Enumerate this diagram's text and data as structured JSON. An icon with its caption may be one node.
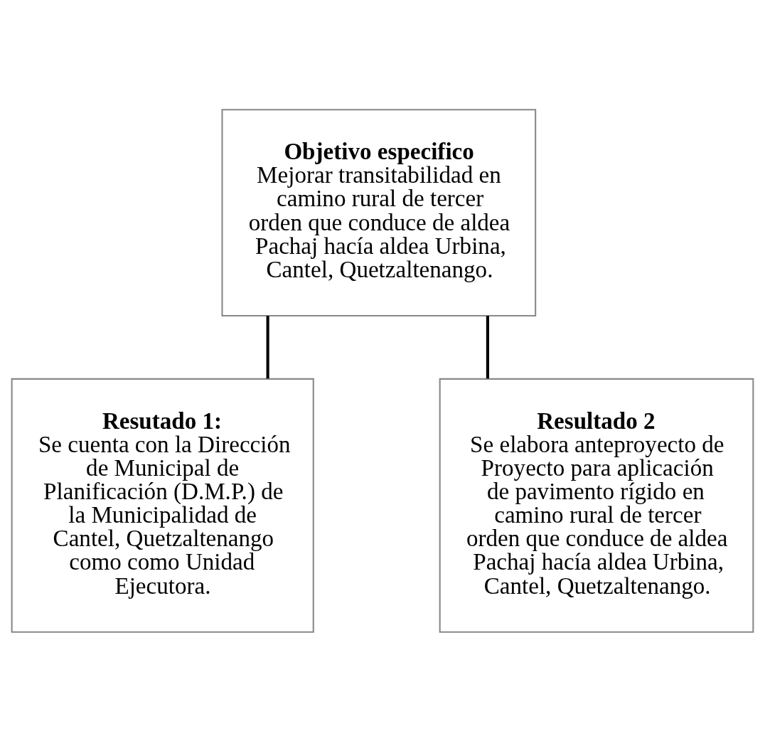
{
  "diagram": {
    "nodes": [
      {
        "text": [
          "Objetivo especifico",
          "Mejorar transitabilidad en camino rural de tercer orden que conduce de aldea Pachaj hacía aldea Urbina, Cantel, Quetzaltenango."
        ]
      },
      {
        "text": [
          "Resutado 1:",
          "Se cuenta con la Dirección de Municipal de Planificación (D.M.P.) de la Municipalidad de Cantel, Quetzaltenango como como Unidad Ejecutora."
        ]
      },
      {
        "text": [
          "Resultado 2",
          "Se elabora anteproyecto de Proyecto para aplicación de pavimento rígido en camino rural de tercer orden que conduce de aldea Pachaj hacía aldea Urbina, Cantel, Quetzaltenango."
        ]
      }
    ],
    "edges": [
      {
        "from": 0,
        "to": 1,
        "arrow": "none"
      },
      {
        "from": 0,
        "to": 2,
        "arrow": "none"
      }
    ]
  }
}
